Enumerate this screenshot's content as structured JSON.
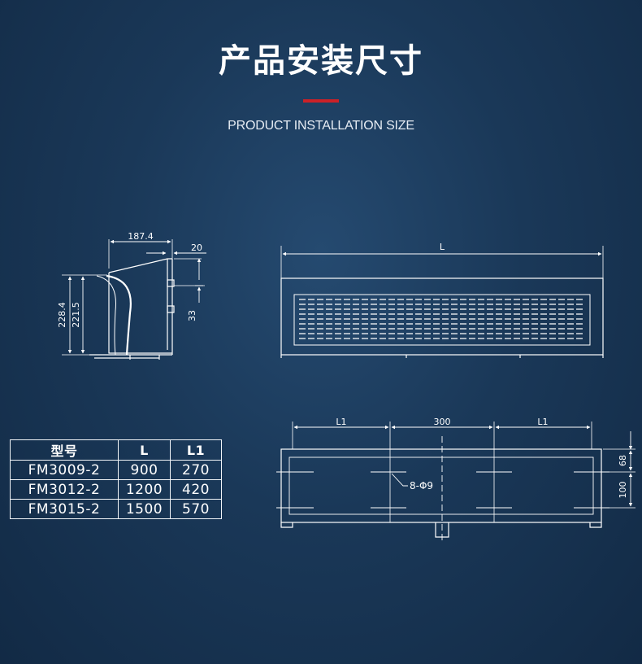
{
  "header": {
    "title": "产品安装尺寸",
    "subtitle": "PRODUCT INSTALLATION SIZE"
  },
  "side_view": {
    "width_dim": "187.4",
    "top_dim": "20",
    "height_dim": "228.4",
    "inner_height_dim": "221.5",
    "offset_dim": "33"
  },
  "front_view": {
    "length_dim": "L"
  },
  "mount_view": {
    "left_dim": "L1",
    "center_dim": "300",
    "right_dim": "L1",
    "hole_label": "8-Φ9",
    "upper_dim": "68",
    "lower_dim": "100"
  },
  "spec_table": {
    "headers": [
      "型号",
      "L",
      "L1"
    ],
    "rows": [
      [
        "FM3009-2",
        "900",
        "270"
      ],
      [
        "FM3012-2",
        "1200",
        "420"
      ],
      [
        "FM3015-2",
        "1500",
        "570"
      ]
    ]
  },
  "colors": {
    "background": "#1a3858",
    "accent": "#cc2127",
    "line": "#ffffff"
  }
}
